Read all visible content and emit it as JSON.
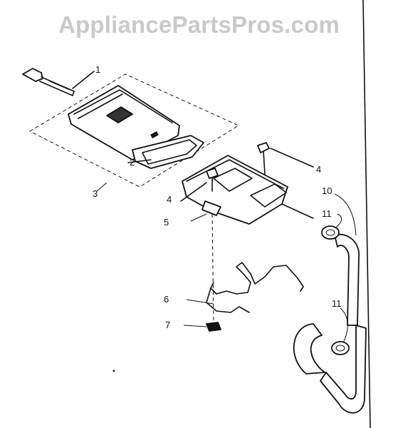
{
  "watermark": "AppliancePartsPros.com",
  "callouts": [
    "1",
    "2",
    "3",
    "4",
    "4",
    "5",
    "6",
    "7",
    "10",
    "11",
    "11"
  ]
}
